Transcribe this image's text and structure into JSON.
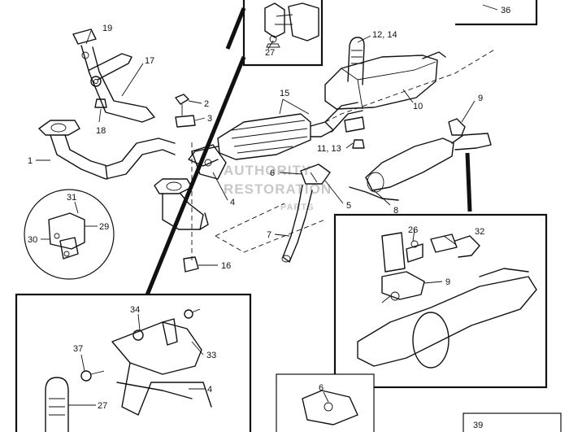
{
  "diagram": {
    "callouts": {
      "c1": "1",
      "c2": "2",
      "c3": "3",
      "c4a": "4",
      "c4b": "4",
      "c5": "5",
      "c6a": "6",
      "c6b": "6",
      "c7": "7",
      "c8": "8",
      "c9a": "9",
      "c9b": "9",
      "c10": "10",
      "c11_13": "11, 13",
      "c12_14": "12, 14",
      "c15": "15",
      "c16": "16",
      "c17": "17",
      "c18": "18",
      "c19": "19",
      "c26": "26",
      "c27a": "27",
      "c27b": "27",
      "c29": "29",
      "c30": "30",
      "c31": "31",
      "c32": "32",
      "c33": "33",
      "c34": "34",
      "c36": "36",
      "c37": "37",
      "c39": "39"
    },
    "watermark": {
      "line1": "AUTHORITY",
      "line2": "RESTORATION",
      "line3": "PARTS"
    }
  }
}
